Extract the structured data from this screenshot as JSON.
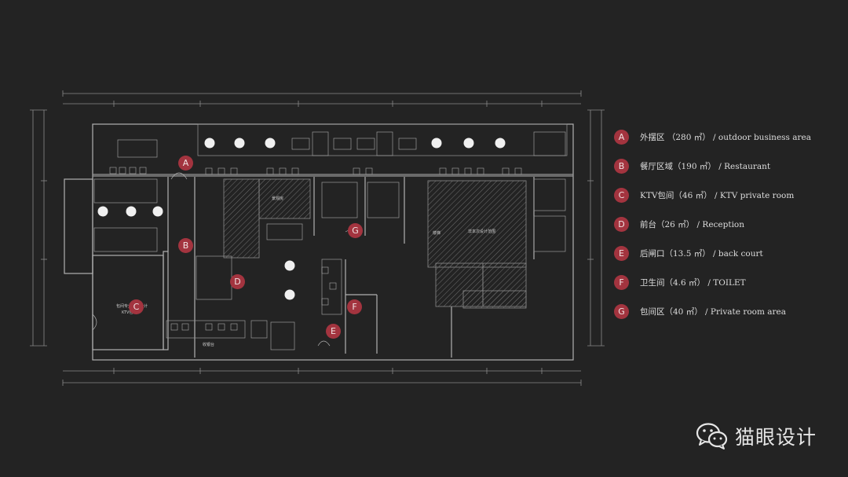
{
  "accent_color": "#a3343f",
  "legend": [
    {
      "letter": "A",
      "text": "外摆区 （280 ㎡） / outdoor business area"
    },
    {
      "letter": "B",
      "text": "餐厅区域（190 ㎡） / Restaurant"
    },
    {
      "letter": "C",
      "text": "KTV包间（46 ㎡） / KTV private room"
    },
    {
      "letter": "D",
      "text": "前台（26 ㎡） / Reception"
    },
    {
      "letter": "E",
      "text": "后闸口（13.5 ㎡） / back court"
    },
    {
      "letter": "F",
      "text": "卫生间（4.6 ㎡） / TOILET"
    },
    {
      "letter": "G",
      "text": "包间区（40 ㎡） / Private room area"
    }
  ],
  "plan_markers": {
    "A": "A",
    "B": "B",
    "C": "C",
    "D": "D",
    "E": "E",
    "F": "F",
    "G": "G"
  },
  "room_labels": {
    "vip": "景观房",
    "ktv": "包间专业声音设计",
    "ktv_sub": "KTV包间",
    "other": "非本次设计范围",
    "stair": "楼梯",
    "bar": "收银台"
  },
  "watermark": {
    "text": "猫眼设计",
    "icon": "wechat-icon"
  }
}
